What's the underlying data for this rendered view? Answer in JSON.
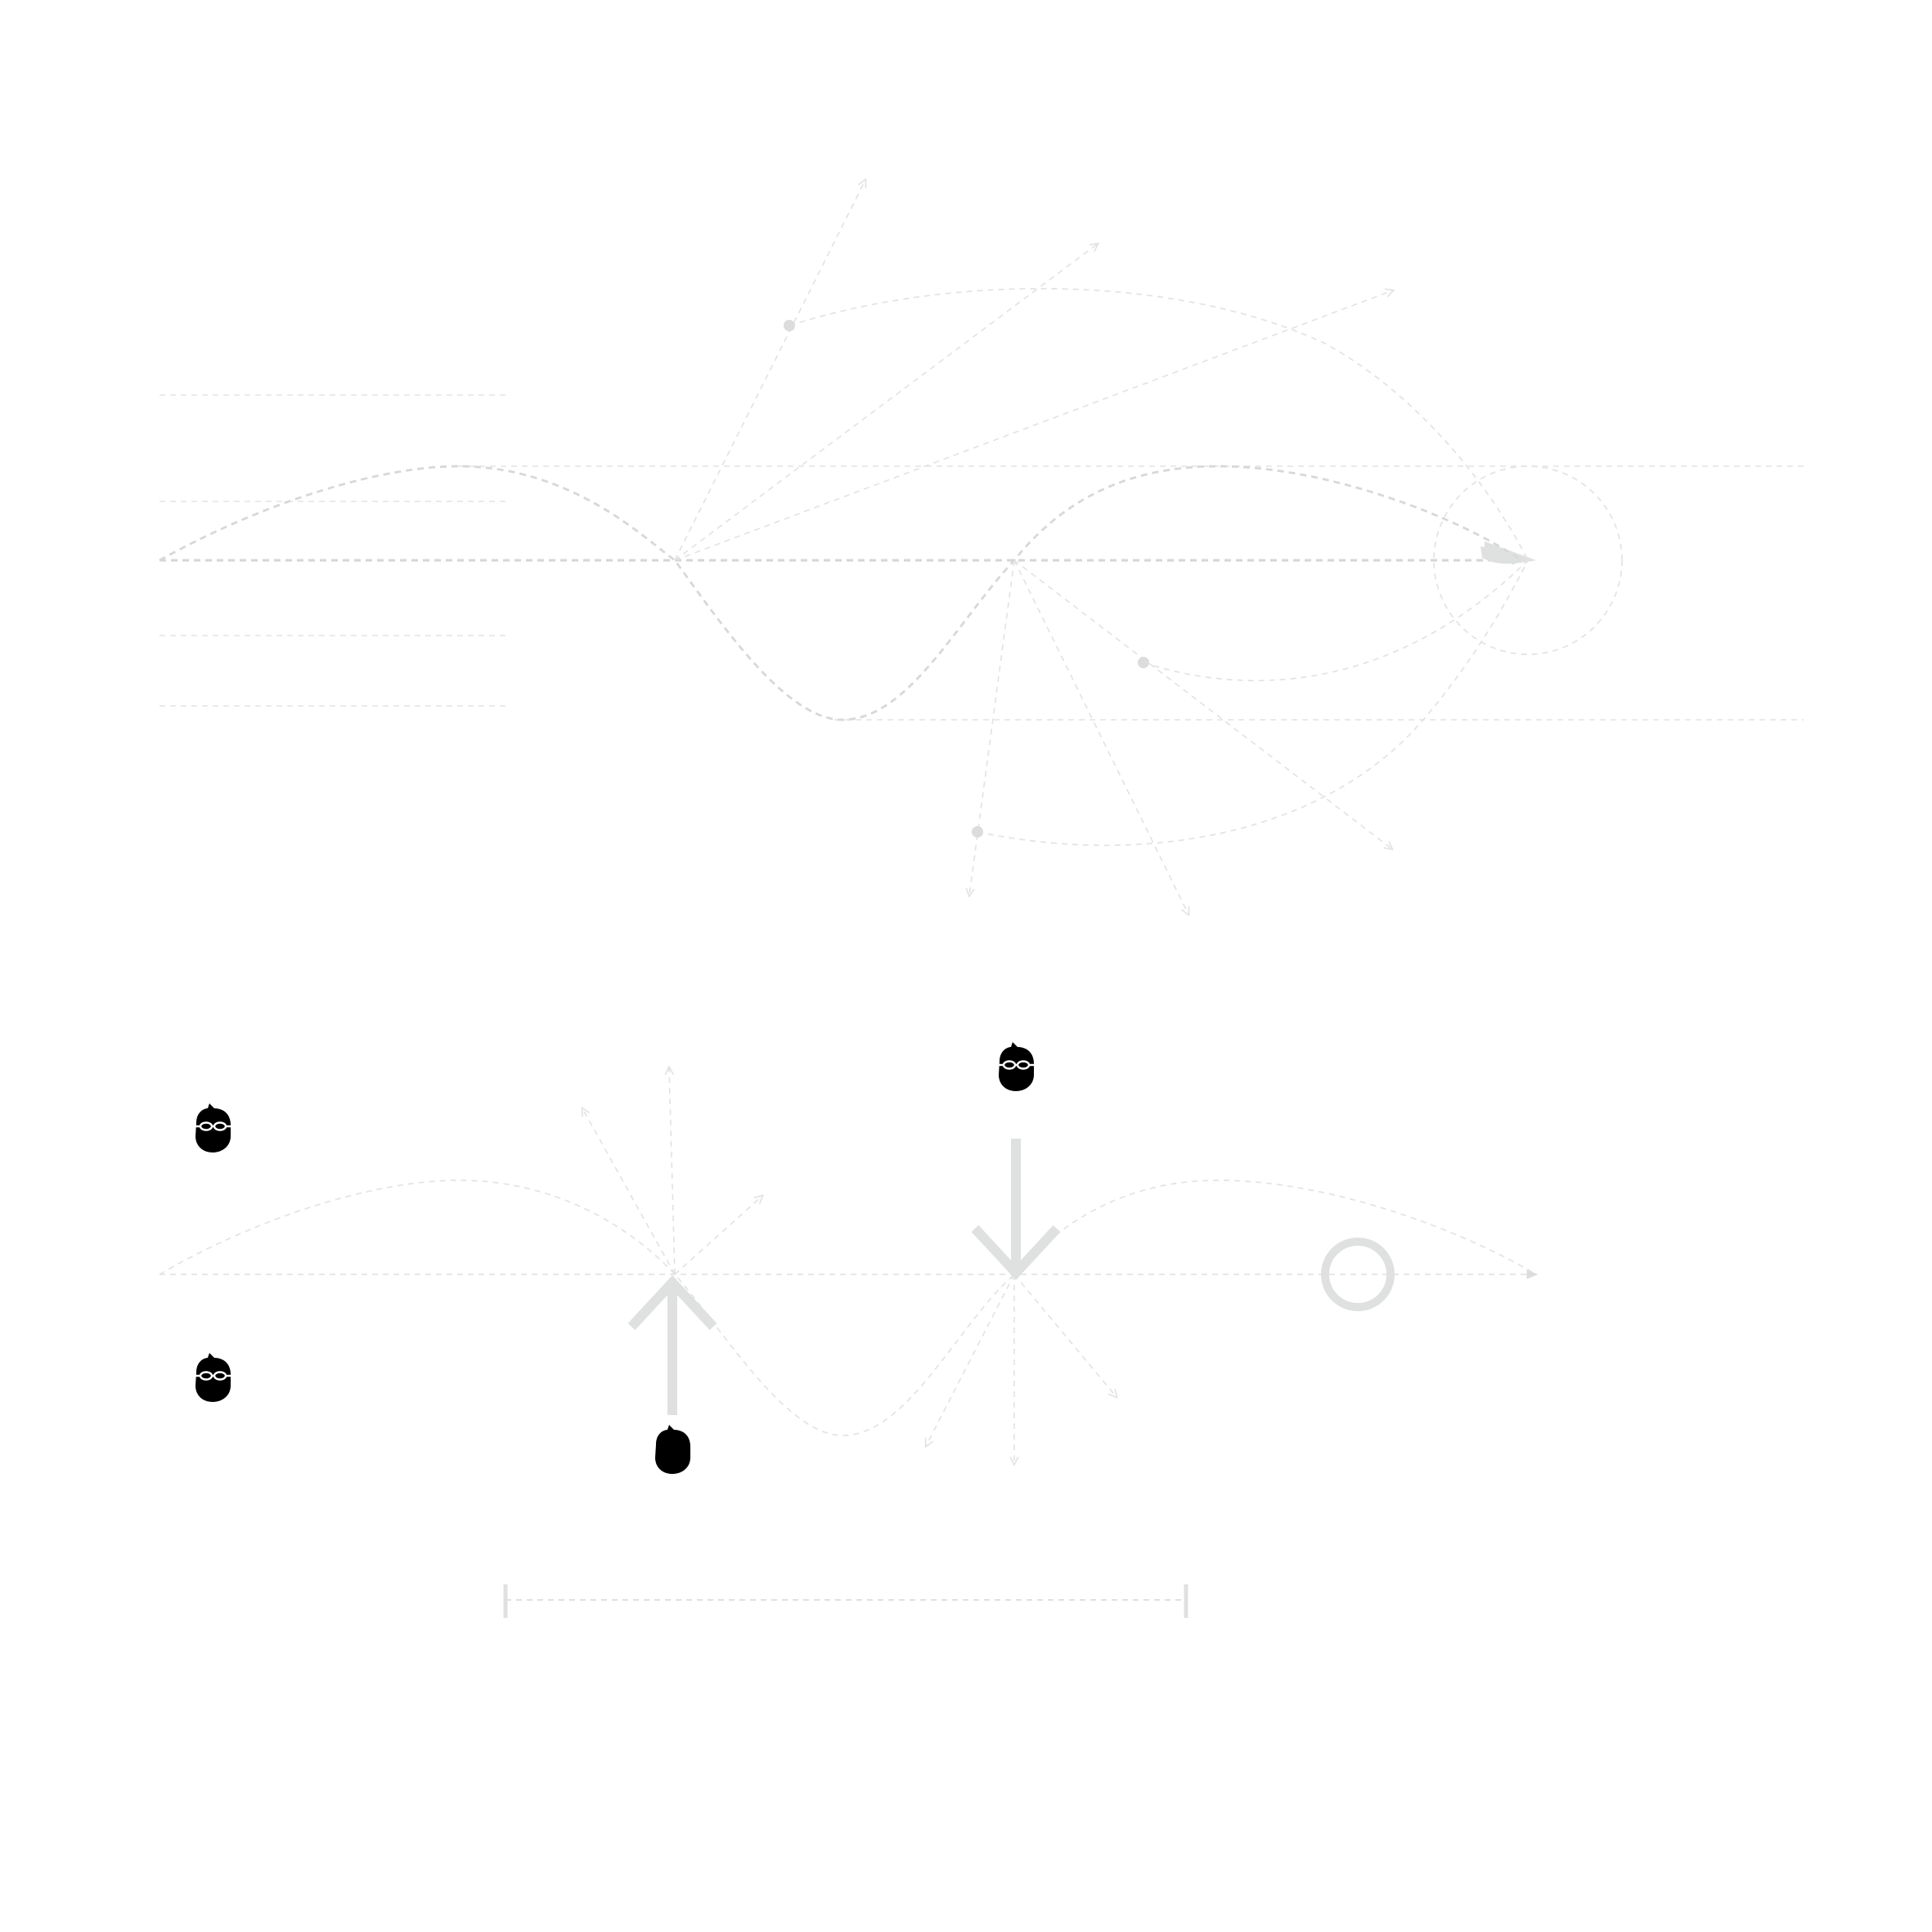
{
  "diagram": {
    "description_free": true,
    "colors": {
      "guide": "#e6e6e6",
      "path": "#d8d8d8",
      "marker": "#dfe1e0",
      "player": "#000000",
      "goggles": "#ffffff"
    },
    "icons": {
      "player_with_goggles": "swimmer-head-goggles-icon",
      "player_back": "swimmer-head-back-icon",
      "target_marker": "ring-marker-icon",
      "move_up": "arrow-up-icon",
      "move_down": "arrow-down-icon",
      "distance": "distance-bracket-icon"
    },
    "panels": [
      {
        "id": "top",
        "players": 0
      },
      {
        "id": "bottom",
        "players": 4
      }
    ]
  }
}
